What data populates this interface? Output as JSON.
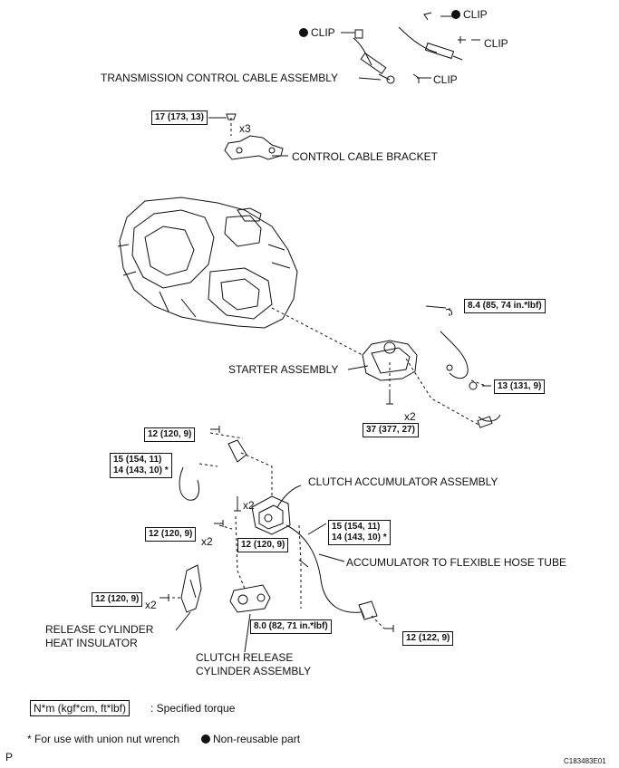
{
  "labels": {
    "clip": "CLIP",
    "transmission_cable": "TRANSMISSION CONTROL CABLE ASSEMBLY",
    "control_cable_bracket": "CONTROL CABLE BRACKET",
    "starter": "STARTER ASSEMBLY",
    "clutch_accumulator": "CLUTCH ACCUMULATOR ASSEMBLY",
    "accumulator_hose": "ACCUMULATOR TO FLEXIBLE HOSE TUBE",
    "release_insulator_1": "RELEASE CYLINDER",
    "release_insulator_2": "HEAT INSULATOR",
    "clutch_release_1": "CLUTCH RELEASE",
    "clutch_release_2": "CYLINDER ASSEMBLY",
    "x3": "x3",
    "x2": "x2"
  },
  "torques": {
    "t17": "17 (173, 13)",
    "t8_4": "8.4 (85, 74 in.*lbf)",
    "t13": "13 (131, 9)",
    "t37": "37 (377, 27)",
    "t12_a": "12 (120, 9)",
    "t15": "15 (154, 11)",
    "t14": "14 (143, 10) *",
    "t12_b": "12 (120, 9)",
    "t12_c": "12 (120, 9)",
    "t12_d": "12 (120, 9)",
    "t15_b": "15 (154, 11)",
    "t14_b": "14 (143, 10) *",
    "t8_0": "8.0 (82, 71 in.*lbf)",
    "t12_122": "12 (122, 9)"
  },
  "legend": {
    "unit_box": "N*m (kgf*cm, ft*lbf)",
    "unit_text": ": Specified torque",
    "union_nut": "* For use with union nut wrench",
    "non_reusable": "Non-reusable part"
  },
  "footer": {
    "p": "P",
    "code": "C183483E01"
  }
}
